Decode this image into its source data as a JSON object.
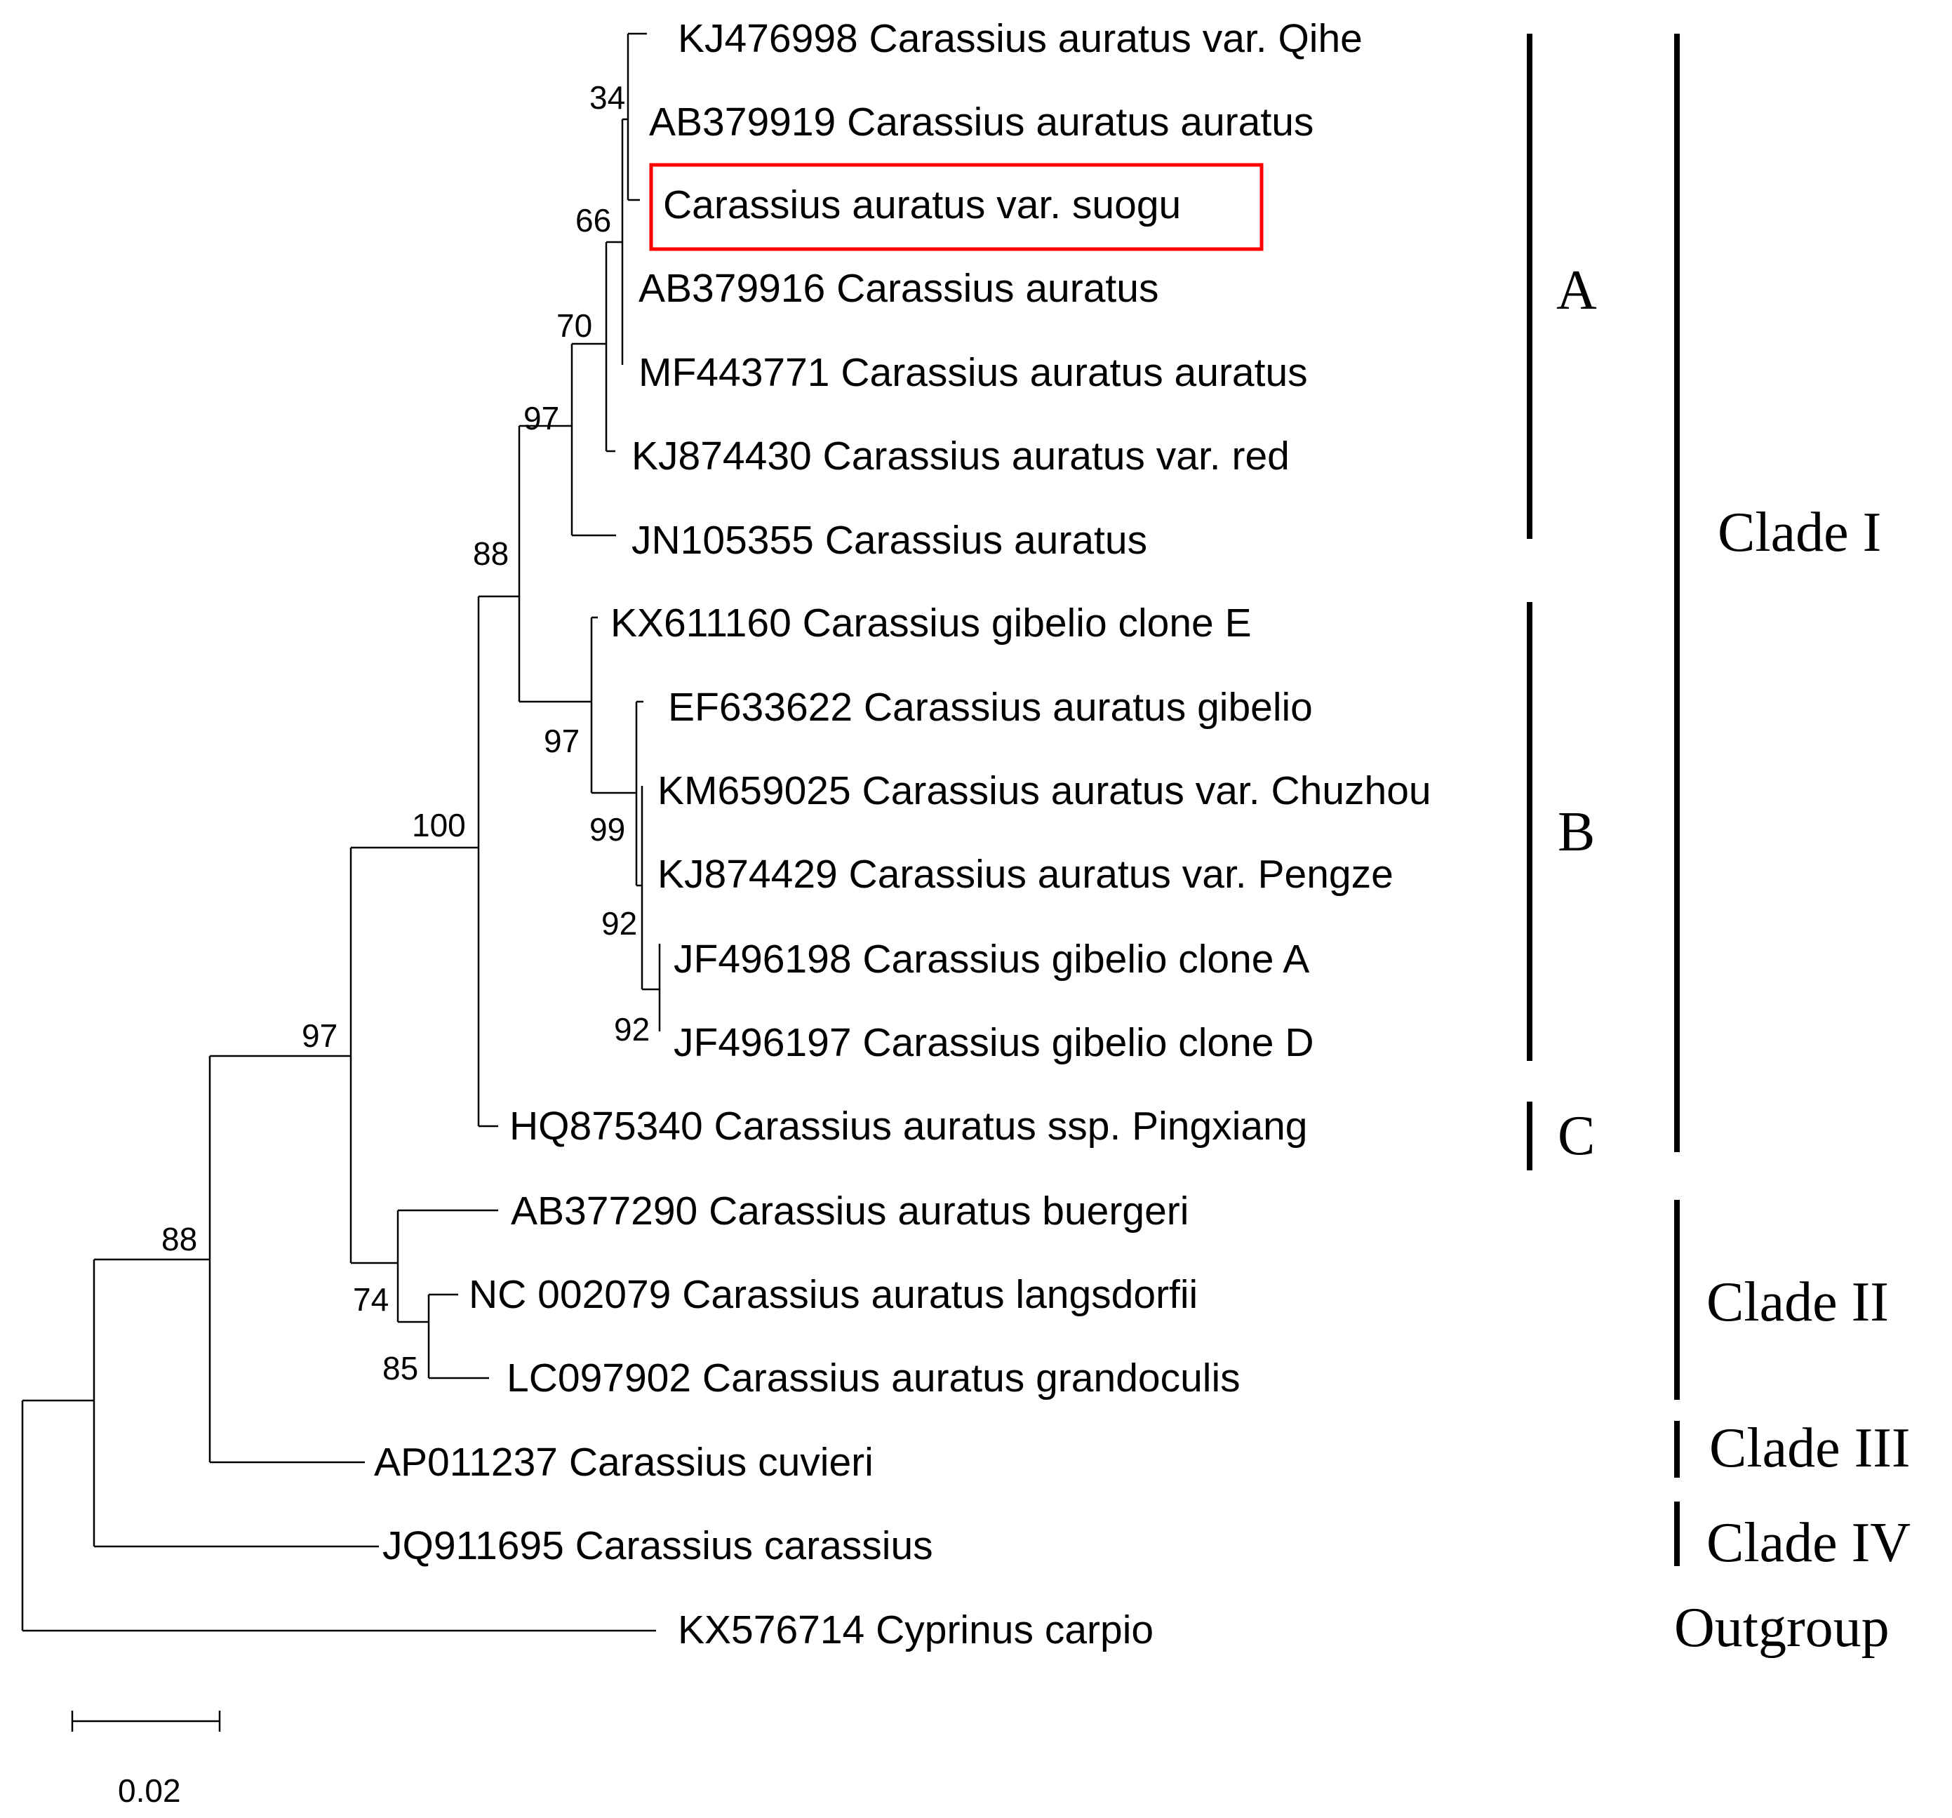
{
  "taxa": [
    "KJ476998 Carassius auratus var. Qihe",
    "AB379919 Carassius auratus auratus",
    "Carassius auratus var. suogu",
    "AB379916 Carassius auratus",
    "MF443771 Carassius auratus auratus",
    "KJ874430 Carassius auratus var. red",
    "JN105355 Carassius auratus",
    "KX611160 Carassius gibelio clone E",
    "EF633622 Carassius auratus gibelio",
    "KM659025 Carassius auratus var. Chuzhou",
    "KJ874429 Carassius auratus var. Pengze",
    "JF496198 Carassius gibelio clone A",
    "JF496197 Carassius gibelio clone D",
    "HQ875340 Carassius auratus ssp. Pingxiang",
    "AB377290 Carassius auratus buergeri",
    "NC 002079 Carassius auratus langsdorfii",
    "LC097902 Carassius auratus grandoculis",
    "AP011237 Carassius cuvieri",
    "JQ911695 Carassius carassius",
    "KX576714 Cyprinus carpio"
  ],
  "highlighted_taxon": "Carassius auratus var. suogu",
  "highlight_color": "#ff0000",
  "bootstrap": [
    "34",
    "66",
    "70",
    "97",
    "88",
    "97",
    "99",
    "92",
    "92",
    "100",
    "97",
    "74",
    "85",
    "88"
  ],
  "scale_bar": {
    "label": "0.02"
  },
  "subgroups": [
    "A",
    "B",
    "C"
  ],
  "clades": [
    "Clade I",
    "Clade II",
    "Clade III",
    "Clade IV",
    "Outgroup"
  ]
}
